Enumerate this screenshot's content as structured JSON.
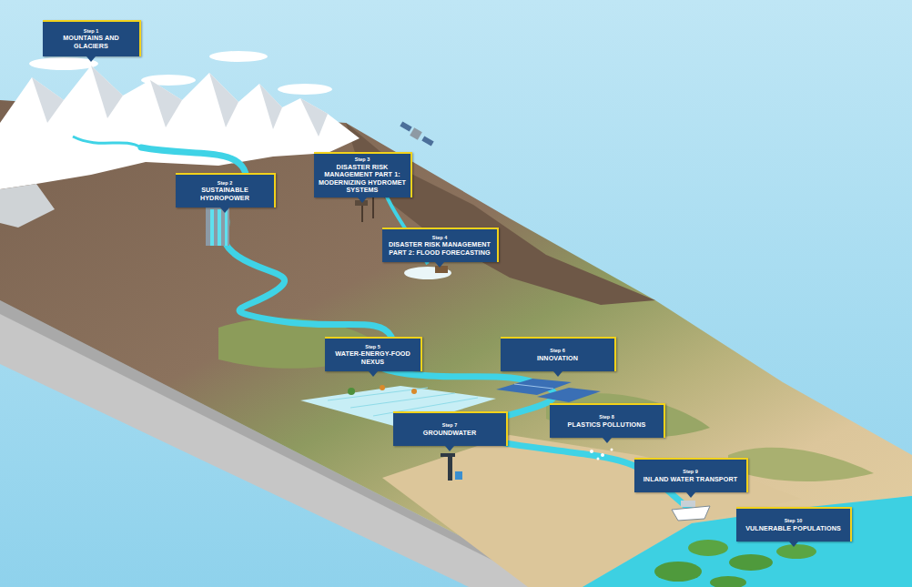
{
  "diagram": {
    "nodes": [
      {
        "text": [
          "Step 1",
          "MOUNTAINS AND GLACIERS"
        ]
      },
      {
        "text": [
          "Step 2",
          "SUSTAINABLE HYDROPOWER"
        ]
      },
      {
        "text": [
          "Step 3",
          "DISASTER RISK MANAGEMENT PART 1: MODERNIZING HYDROMET SYSTEMS"
        ]
      },
      {
        "text": [
          "Step 4",
          "DISASTER RISK MANAGEMENT PART 2: FLOOD FORECASTING"
        ]
      },
      {
        "text": [
          "Step 5",
          "WATER-ENERGY-FOOD NEXUS"
        ]
      },
      {
        "text": [
          "Step 6",
          "INNOVATION"
        ]
      },
      {
        "text": [
          "Step 7",
          "GROUNDWATER"
        ]
      },
      {
        "text": [
          "Step 8",
          "PLASTICS POLLUTIONS"
        ]
      },
      {
        "text": [
          "Step 9",
          "INLAND WATER TRANSPORT"
        ]
      },
      {
        "text": [
          "Step 10",
          "VULNERABLE POPULATIONS"
        ]
      }
    ]
  }
}
